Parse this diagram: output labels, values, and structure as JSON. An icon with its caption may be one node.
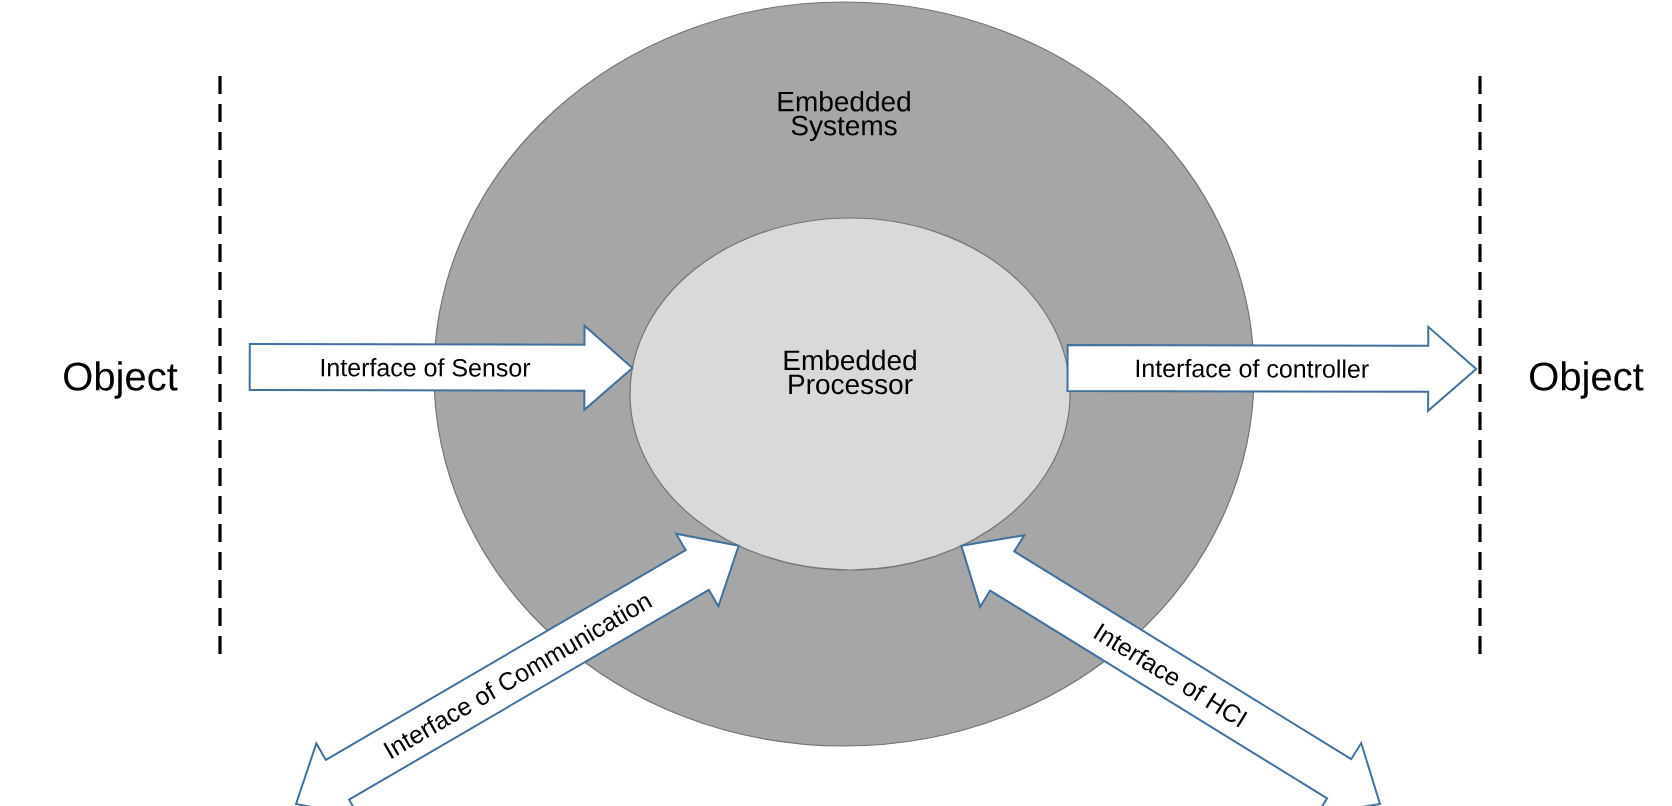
{
  "diagram": {
    "nodes": [
      {
        "text": [
          "Embedded Systems"
        ]
      },
      {
        "text": [
          "Embedded Processor"
        ],
        "in": 0
      },
      {
        "text": [
          "Object"
        ]
      },
      {
        "text": [
          "Object"
        ]
      }
    ],
    "edges": [
      {
        "from": 2,
        "to": 1,
        "arrow": "to",
        "label": "Interface of Sensor"
      },
      {
        "from": 1,
        "to": 3,
        "arrow": "to",
        "label": "Interface of controller"
      },
      {
        "from": null,
        "to": 1,
        "arrow": "both",
        "label": "Interface of Communication"
      },
      {
        "from": null,
        "to": 1,
        "arrow": "both",
        "label": "Interface of HCI"
      }
    ]
  }
}
